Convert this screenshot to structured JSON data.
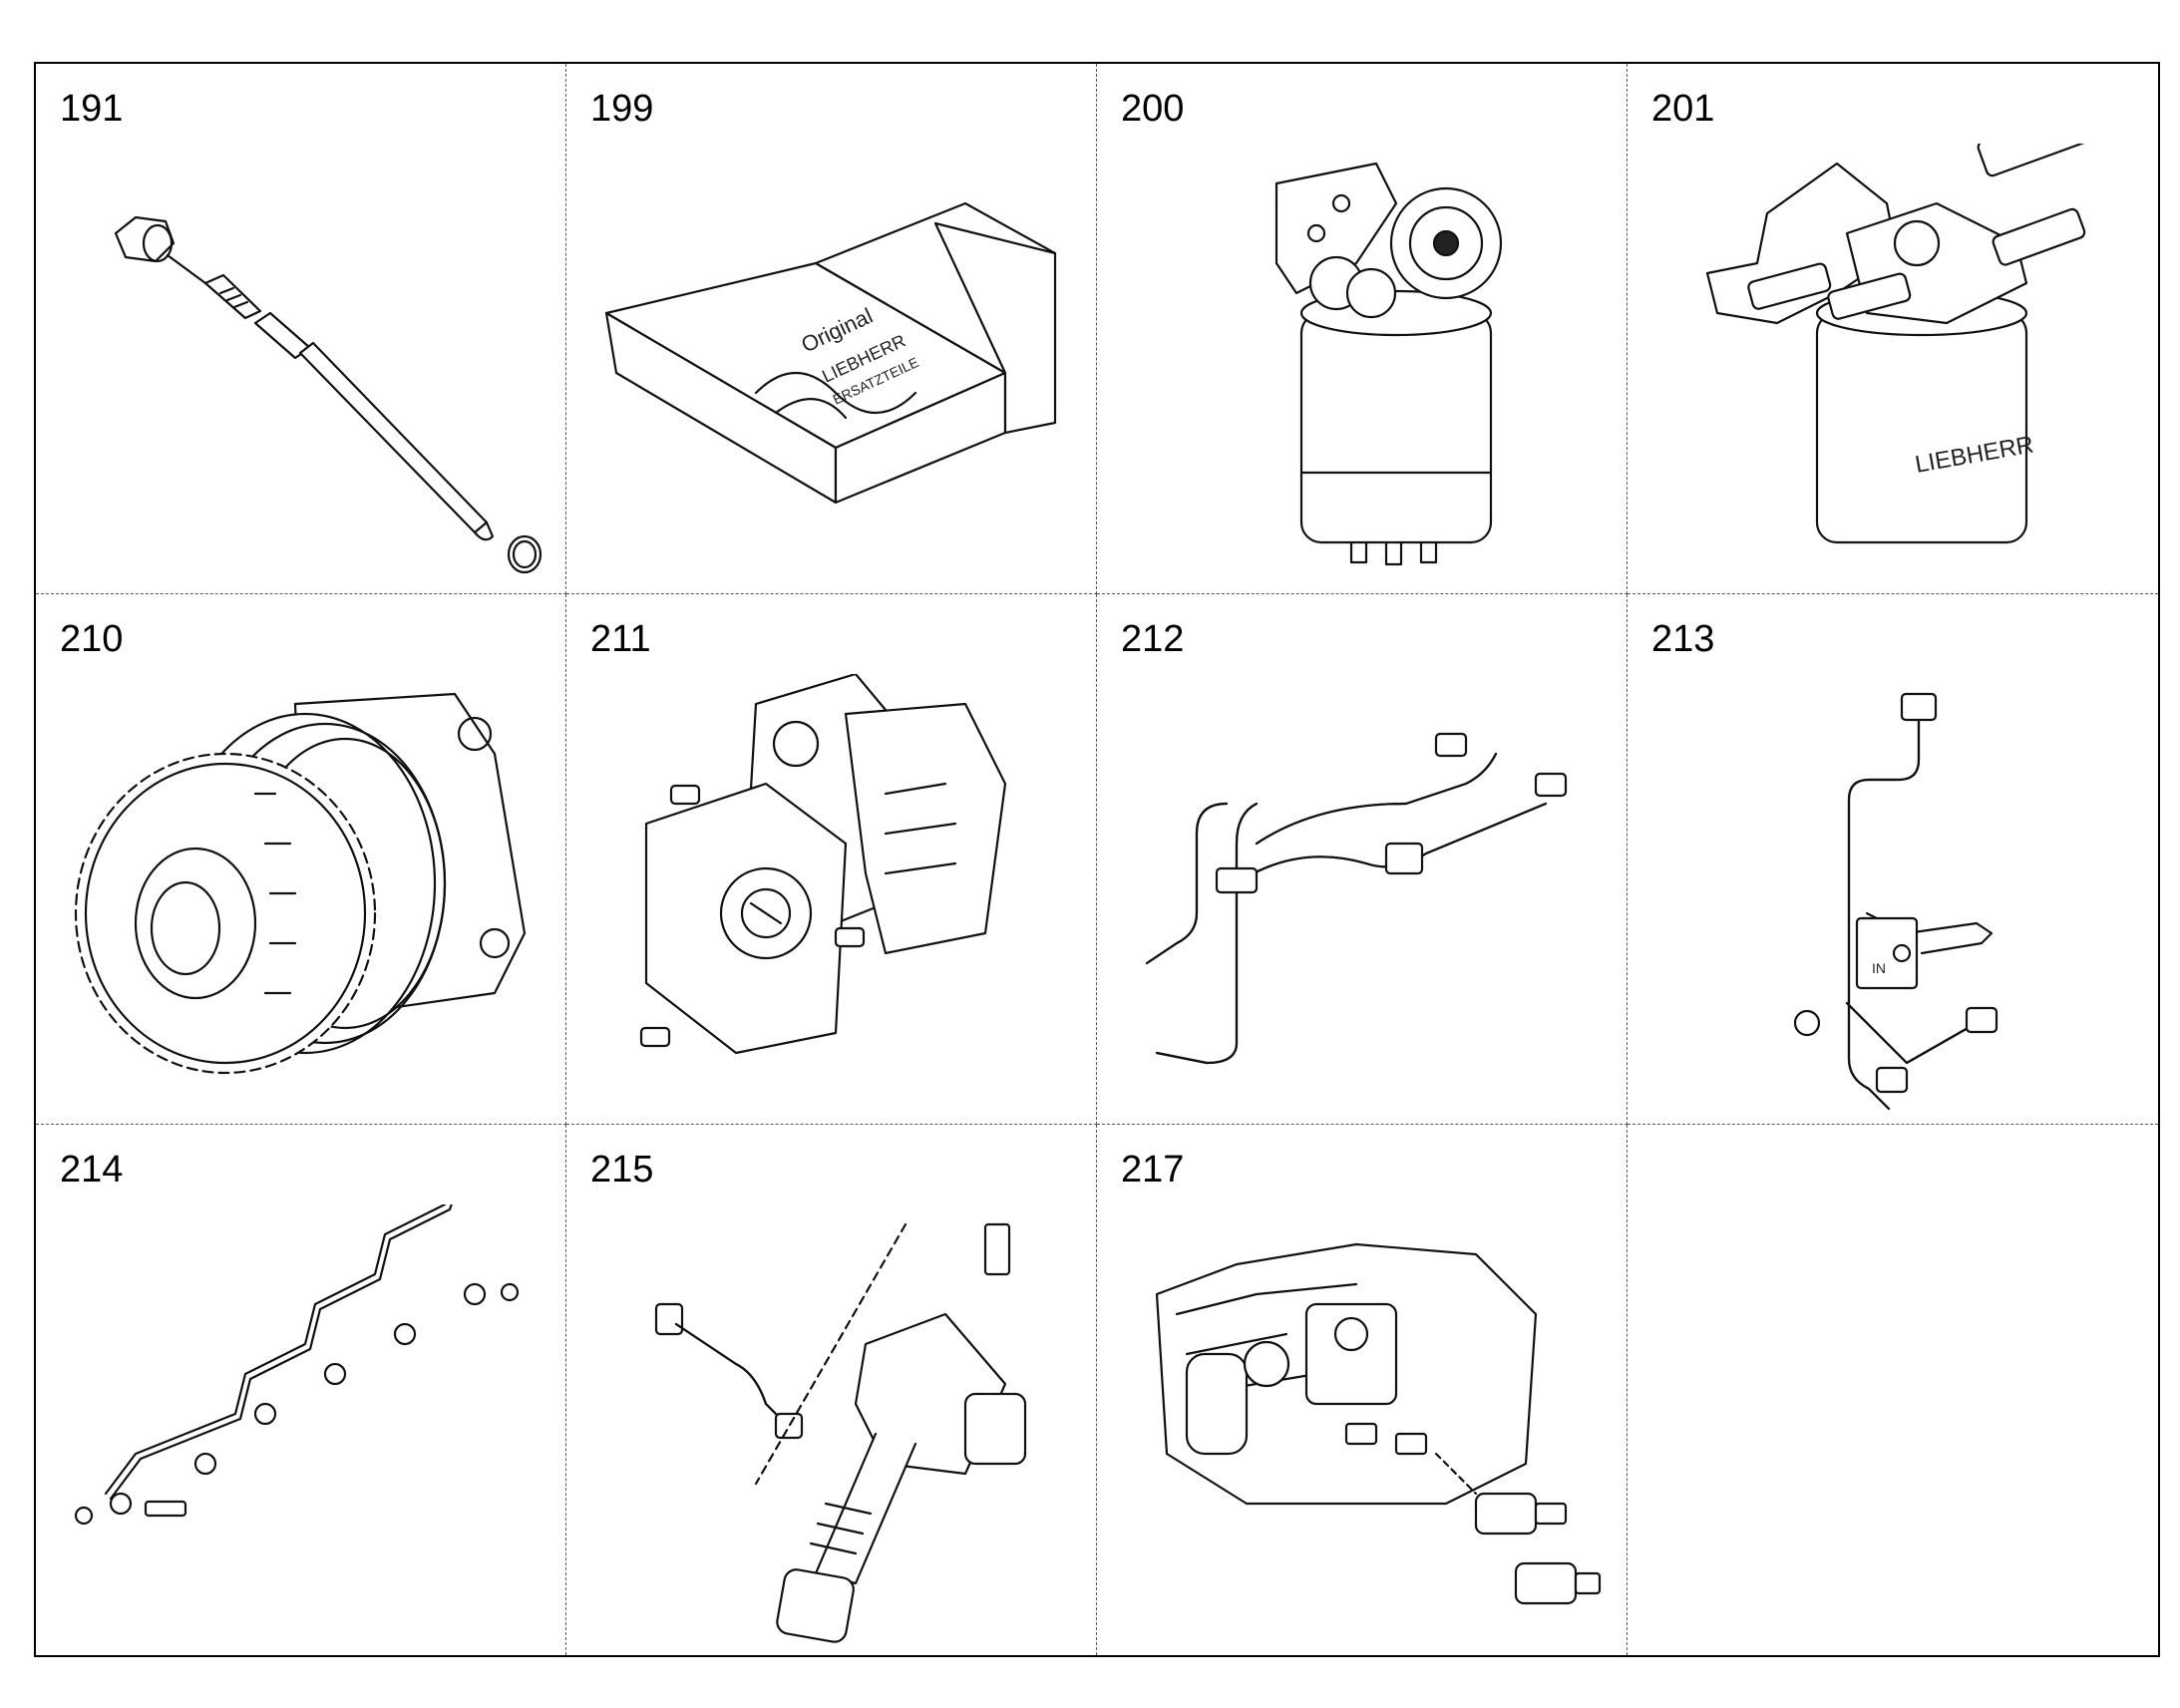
{
  "parts": [
    {
      "number": "191",
      "icon": "injector-nozzle-icon"
    },
    {
      "number": "199",
      "icon": "seal-kit-box-icon"
    },
    {
      "number": "200",
      "icon": "fuel-filter-icon"
    },
    {
      "number": "201",
      "icon": "fuel-filter-housing-icon"
    },
    {
      "number": "210",
      "icon": "gear-pump-icon"
    },
    {
      "number": "211",
      "icon": "feed-pump-icon"
    },
    {
      "number": "212",
      "icon": "fuel-lines-icon"
    },
    {
      "number": "213",
      "icon": "fuel-line-bracket-icon"
    },
    {
      "number": "214",
      "icon": "injection-lines-icon"
    },
    {
      "number": "215",
      "icon": "unit-injector-icon"
    },
    {
      "number": "217",
      "icon": "engine-connector-icon"
    },
    {
      "number": "",
      "icon": ""
    }
  ]
}
